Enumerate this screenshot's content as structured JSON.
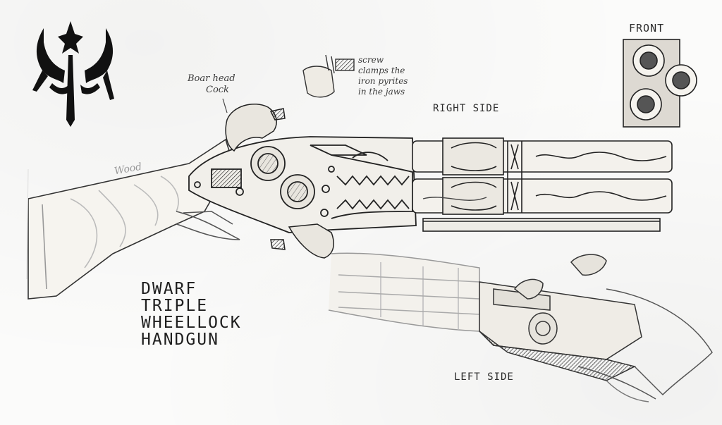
{
  "labels": {
    "front": "FRONT",
    "right_side": "RIGHT SIDE",
    "left_side": "LEFT SIDE",
    "wood": "Wood",
    "boar_head_cock": [
      "Boar head",
      "Cock"
    ],
    "screw_note": [
      "screw",
      "clamps the",
      "iron pyrites",
      "in the jaws"
    ],
    "title": [
      "DWARF",
      "TRIPLE",
      "WHEELLOCK",
      "HANDGUN"
    ]
  },
  "icons": {
    "emblem": "warhammer-emblem-icon",
    "front_view": "triple-barrel-front-view-icon",
    "screw_detail": "screw-clamp-detail-icon"
  }
}
